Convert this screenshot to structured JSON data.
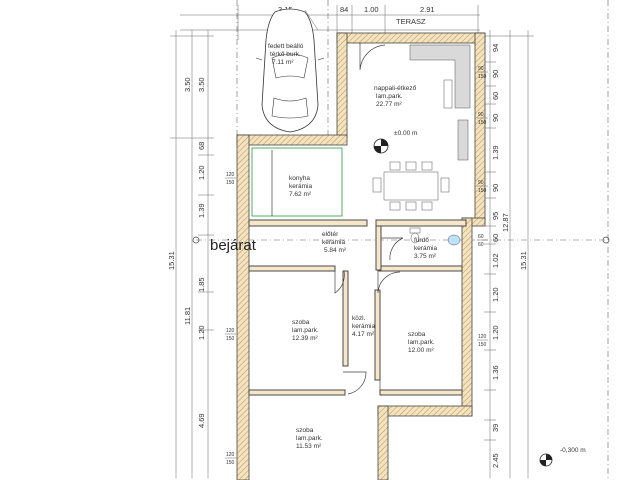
{
  "header": {
    "terrace": "TERASZ"
  },
  "entrance": "bejárat",
  "rooms": {
    "garage": {
      "name": "fedett beálló",
      "floor": "térkő burk.",
      "area": "7.11 m²"
    },
    "living": {
      "name": "nappali-étkező",
      "floor": "lam.park.",
      "area": "22.77 m²"
    },
    "kitchen": {
      "name": "konyha",
      "floor": "kerámia",
      "area": "7.62 m²"
    },
    "hall": {
      "name": "előtér",
      "floor": "kerámia",
      "area": "5.84 m²"
    },
    "bath": {
      "name": "fürdő",
      "floor": "kerámia",
      "area": "3.75 m²"
    },
    "corridor": {
      "name": "közl.",
      "floor": "kerámia",
      "area": "4.17 m²"
    },
    "room1": {
      "name": "szoba",
      "floor": "lam.park.",
      "area": "12.39 m²"
    },
    "room2": {
      "name": "szoba",
      "floor": "lam.park.",
      "area": "12.00 m²"
    },
    "room3": {
      "name": "szoba",
      "floor": "lam.park.",
      "area": "11.53 m²"
    }
  },
  "levels": {
    "ground": "±0.00 m",
    "outside": "-0,300 m"
  },
  "window_tags": {
    "w120": "120",
    "w150": "150",
    "w90": "90",
    "w60": "60"
  },
  "dims": {
    "top": [
      "3.15",
      "84",
      "1.00",
      "2.91"
    ],
    "left_outer": [
      "15.31"
    ],
    "left_mid": [
      "3.50",
      "11.81"
    ],
    "left_inner": [
      "3.50",
      "68",
      "1.20",
      "1.39",
      "1.85",
      "1.20",
      "4.69"
    ],
    "right_outer": [
      "15.31"
    ],
    "right_mid": [
      "12.87"
    ],
    "right_inner": [
      "94",
      "90",
      "60",
      "90",
      "1.39",
      "90",
      "95",
      "60",
      "1.02",
      "1.20",
      "1.20",
      "1.36",
      "39",
      "2.45"
    ]
  }
}
